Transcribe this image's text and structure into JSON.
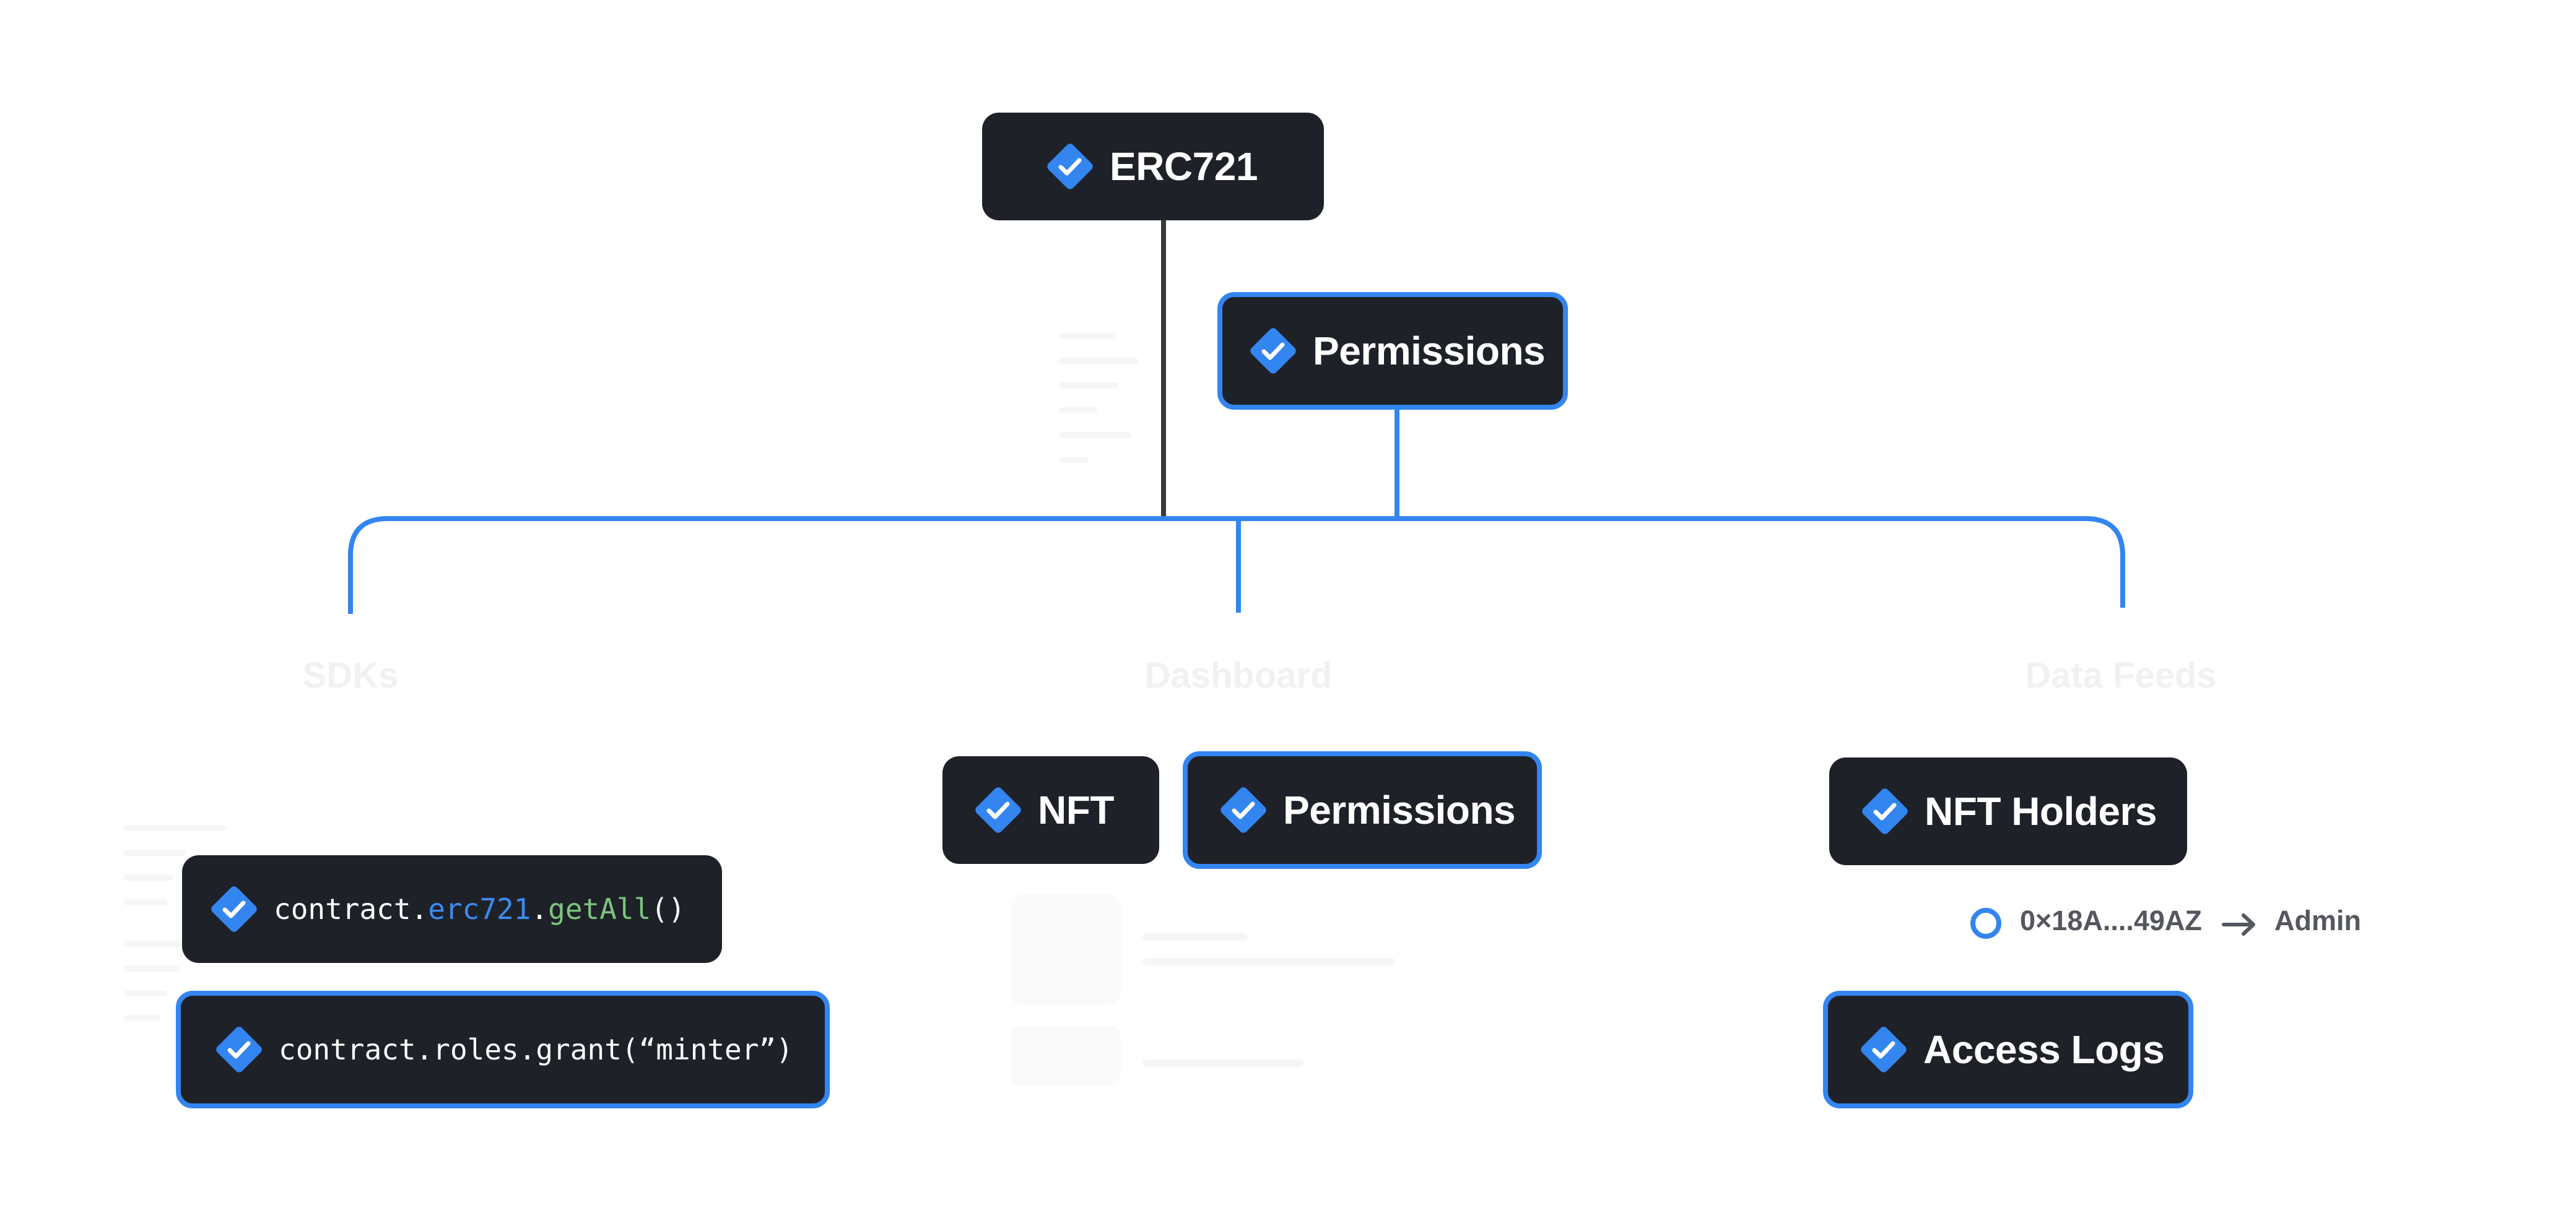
{
  "root": {
    "label": "ERC721"
  },
  "module": {
    "label": "Permissions"
  },
  "categories": [
    "SDKs",
    "Dashboard",
    "Data Feeds"
  ],
  "sdks": {
    "read_call": {
      "prefix": "contract.",
      "keyword": "erc721",
      "dot": ".",
      "method": "getAll",
      "suffix": "()"
    },
    "write_call": {
      "code": "contract.roles.grant(“minter”)"
    }
  },
  "dashboard": {
    "nft": "NFT",
    "permissions": "Permissions"
  },
  "data_feeds": {
    "holders": "NFT Holders",
    "wallet": "0×18A....49AZ",
    "role": "Admin",
    "logs": "Access Logs"
  },
  "colors": {
    "accent": "#3385f0",
    "node": "#1f2129",
    "trunk": "#3a3a3e"
  },
  "icons": {
    "node": "check-diamond-icon",
    "wallet": "ring-icon",
    "assign": "arrow-right-icon"
  }
}
